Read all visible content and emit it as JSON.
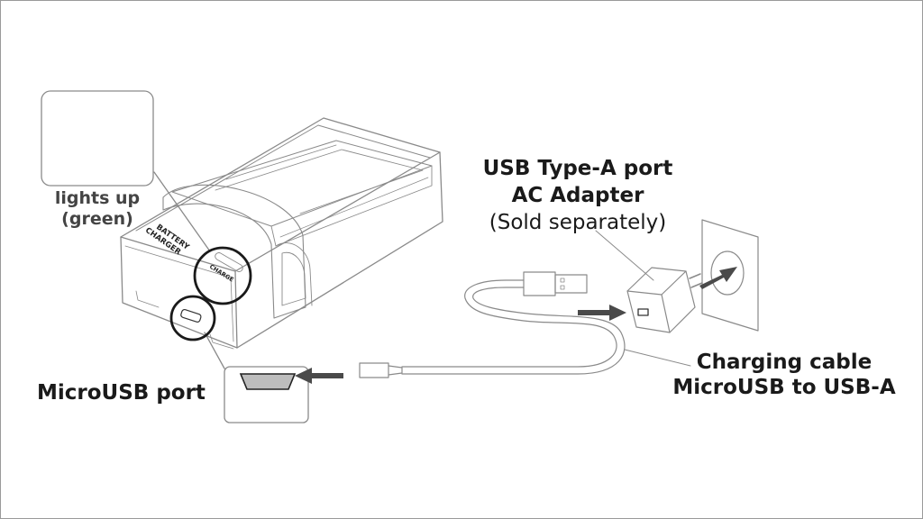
{
  "labels": {
    "lights_up": [
      "lights up",
      "(green)"
    ],
    "usb_adapter": [
      "USB Type-A port",
      "AC Adapter",
      "(Sold separately)"
    ],
    "charging_cable": [
      "Charging cable",
      "MicroUSB to USB-A"
    ],
    "microusb_port": "MicroUSB port"
  },
  "charger_printed_text": {
    "body": [
      "BATTERY",
      "CHARGER"
    ],
    "led": "CHARGE"
  },
  "colors": {
    "line": "#8a8a8a",
    "text": "#1a1a1a",
    "label_gray": "#444444",
    "arrow": "#4a4a4a",
    "port_fill": "#bdbdbd"
  }
}
